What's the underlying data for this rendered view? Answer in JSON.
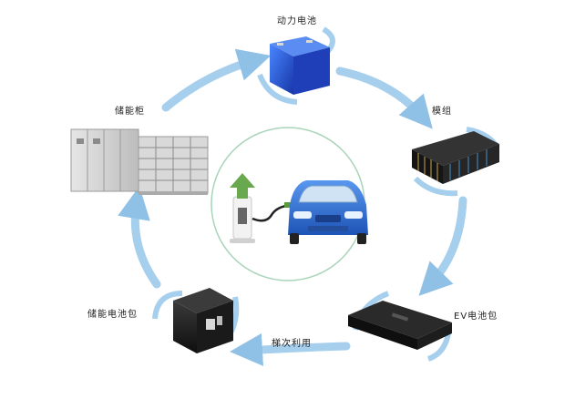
{
  "nodes": {
    "power_battery": "动力电池",
    "module": "模组",
    "ev_pack": "EV电池包",
    "cascade_use": "梯次利用",
    "storage_pack": "储能电池包",
    "storage_cabinet": "储能柜"
  },
  "colors": {
    "arrow": "#9ec9ea",
    "arrow_dark": "#6fb0df",
    "center_ring": "#a9d4b8",
    "car_body": "#2f6fd0",
    "charger_arrow": "#6aa84f",
    "cell_blue": "#1f4fc8"
  },
  "icons": [
    "battery-cell-icon",
    "battery-module-icon",
    "ev-battery-pack-icon",
    "storage-battery-pack-icon",
    "storage-cabinet-icon",
    "charging-station-icon",
    "car-icon"
  ]
}
